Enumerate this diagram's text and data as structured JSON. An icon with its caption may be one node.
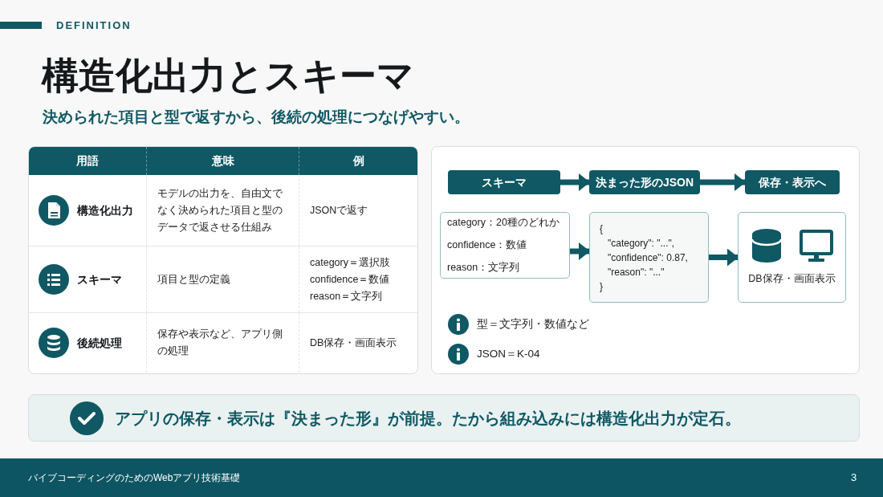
{
  "diagram": {
    "title": "構造化出力とスキーマ",
    "nodes": [
      {
        "text": [
          "スキーマ"
        ]
      },
      {
        "text": [
          "決まった形のJSON"
        ]
      },
      {
        "text": [
          "保存・表示へ"
        ]
      },
      {
        "text": [
          "category：20種のどれか",
          "confidence：数値",
          "reason：文字列"
        ]
      },
      {
        "text": [
          "{",
          "\"category\": \"...\",",
          "\"confidence\": 0.87,",
          "\"reason\": \"...\"",
          "}"
        ]
      },
      {
        "text": [
          "DB保存・画面表示"
        ]
      }
    ],
    "edges": [
      {
        "from": 0,
        "to": 1,
        "arrow": "to"
      },
      {
        "from": 1,
        "to": 2,
        "arrow": "to"
      },
      {
        "from": 3,
        "to": 4,
        "arrow": "to"
      },
      {
        "from": 4,
        "to": 5,
        "arrow": "to"
      }
    ],
    "labels": [
      "DEFINITION",
      "決められた項目と型で返すから、後続の処理につなげやすい。",
      "用語",
      "意味",
      "例",
      "構造化出力",
      "モデルの出力を、自由文でなく決められた項目と型のデータで返させる仕組み",
      "JSONで返す",
      "スキーマ",
      "項目と型の定義",
      "category＝選択肢",
      "confidence＝数値",
      "reason＝文字列",
      "後続処理",
      "保存や表示など、アプリ側の処理",
      "DB保存・画面表示",
      "型＝文字列・数値など",
      "JSON＝K-04",
      "アプリの保存・表示は『決まった形』が前提。たから組み込みには構造化出力が定石。",
      "バイブコーディングのためのWebアプリ技術基礎",
      "3"
    ]
  }
}
